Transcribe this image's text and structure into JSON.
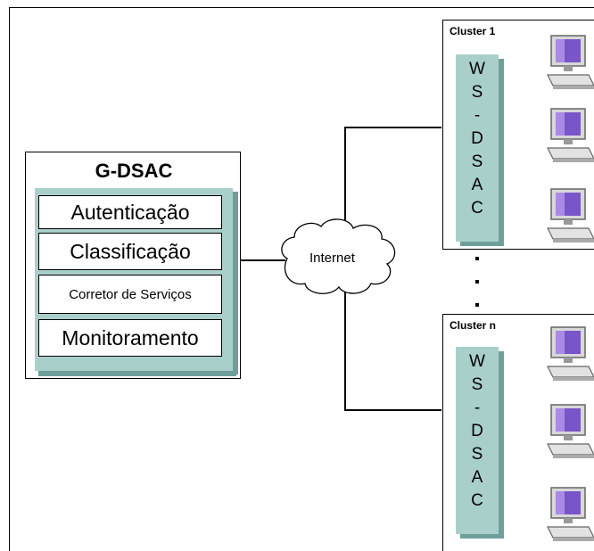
{
  "g_dsac": {
    "title": "G-DSAC",
    "modules": [
      "Autenticação",
      "Classificação",
      "Corretor de Serviços",
      "Monitoramento"
    ]
  },
  "network": {
    "label": "Internet"
  },
  "clusters": [
    {
      "label": "Cluster 1",
      "ws_chars": [
        "W",
        "S",
        "-",
        "D",
        "S",
        "A",
        "C"
      ]
    },
    {
      "label": "Cluster n",
      "ws_chars": [
        "W",
        "S",
        "-",
        "D",
        "S",
        "A",
        "C"
      ]
    }
  ],
  "ellipsis_dots": 3,
  "colors": {
    "panel": "#a9cfcb",
    "panel_shadow": "#6f9f9b",
    "monitor": "#7a55c9"
  }
}
